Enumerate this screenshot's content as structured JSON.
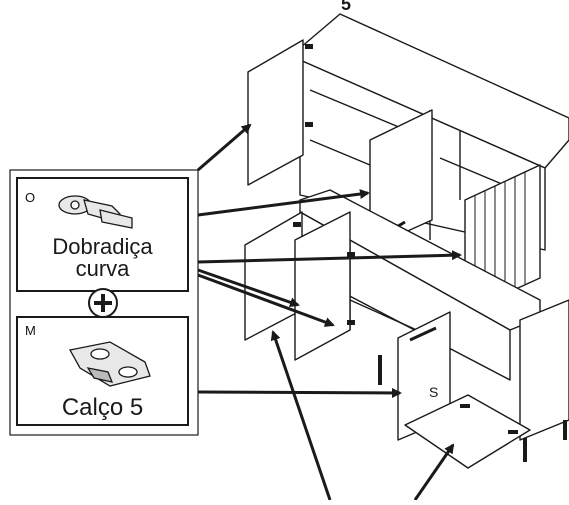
{
  "top_letter": "5",
  "legend": {
    "hinge_code": "O",
    "hinge_name_line1": "Dobradiça",
    "hinge_name_line2": "curva",
    "plus_symbol": "+",
    "plate_code": "M",
    "plate_name": "Calço 5"
  },
  "cabinet_label": "S",
  "colors": {
    "line": "#1a1a1a",
    "panel": "#ffffff",
    "background": "#ffffff"
  },
  "icons": [
    "hinge-icon",
    "mounting-plate-icon",
    "plus-icon"
  ]
}
